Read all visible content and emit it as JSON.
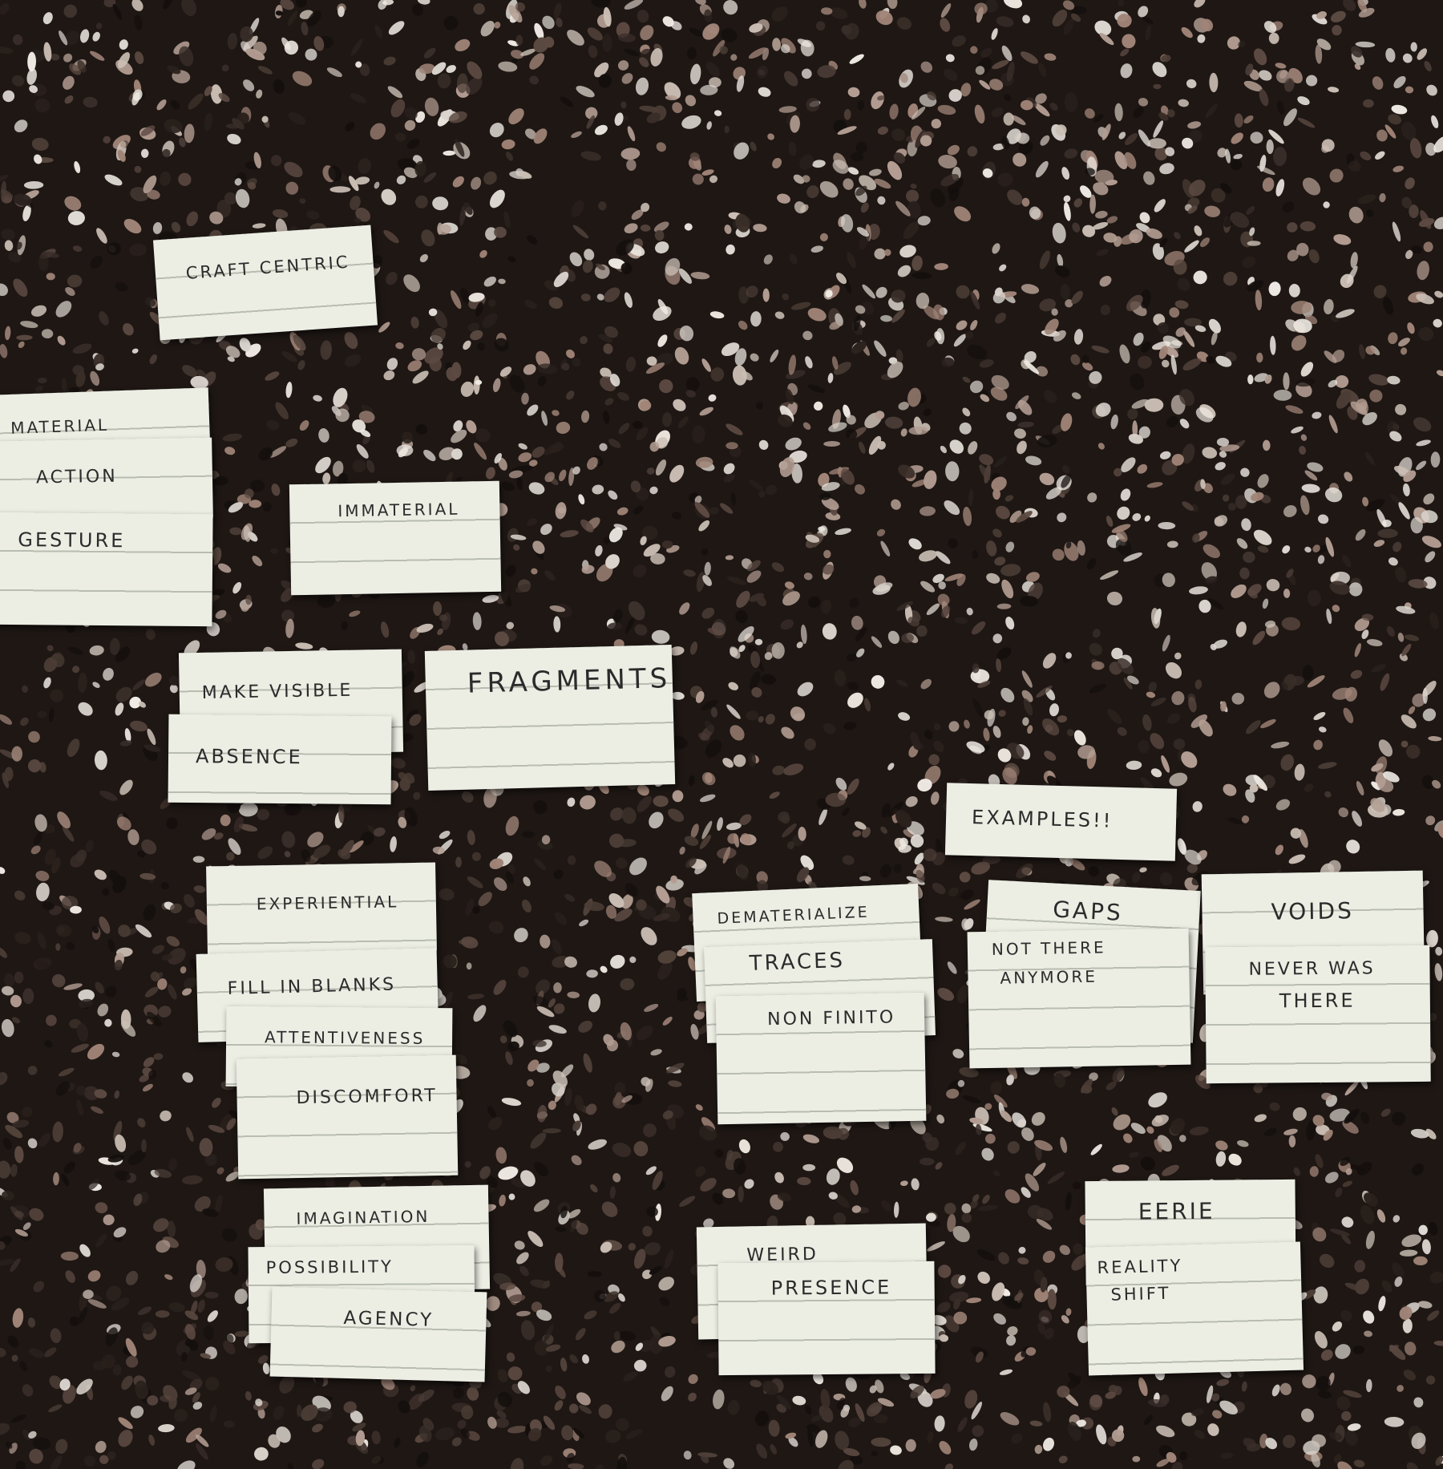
{
  "cards": {
    "craft_centric": "CRAFT CENTRIC",
    "material": "MATERIAL",
    "action": "ACTION",
    "gesture": "GESTURE",
    "immaterial": "IMMATERIAL",
    "make_visible": "MAKE VISIBLE",
    "absence": "ABSENCE",
    "fragments": "FRAGMENTS",
    "examples": "EXAMPLES!!",
    "experiential": "EXPERIENTIAL",
    "fill_in_blanks": "FILL IN BLANKS",
    "attentiveness": "ATTENTIVENESS",
    "discomfort": "DISCOMFORT",
    "dematerialize": "DEMATERIALIZE",
    "traces": "TRACES",
    "non_finito": "NON FINITO",
    "gaps": "GAPS",
    "not_there": "NOT THERE",
    "anymore": "ANYMORE",
    "voids": "VOIDS",
    "never_was": "NEVER WAS",
    "there": "THERE",
    "imagination": "IMAGINATION",
    "possibility": "POSSIBILITY",
    "agency": "AGENCY",
    "weird": "WEIRD",
    "presence": "PRESENCE",
    "eerie": "EERIE",
    "reality": "REALITY",
    "shift": "SHIFT"
  },
  "colors": {
    "carpet_dark": "#1e1714",
    "card_paper": "#eceee4",
    "ink": "#2b2b2b"
  }
}
